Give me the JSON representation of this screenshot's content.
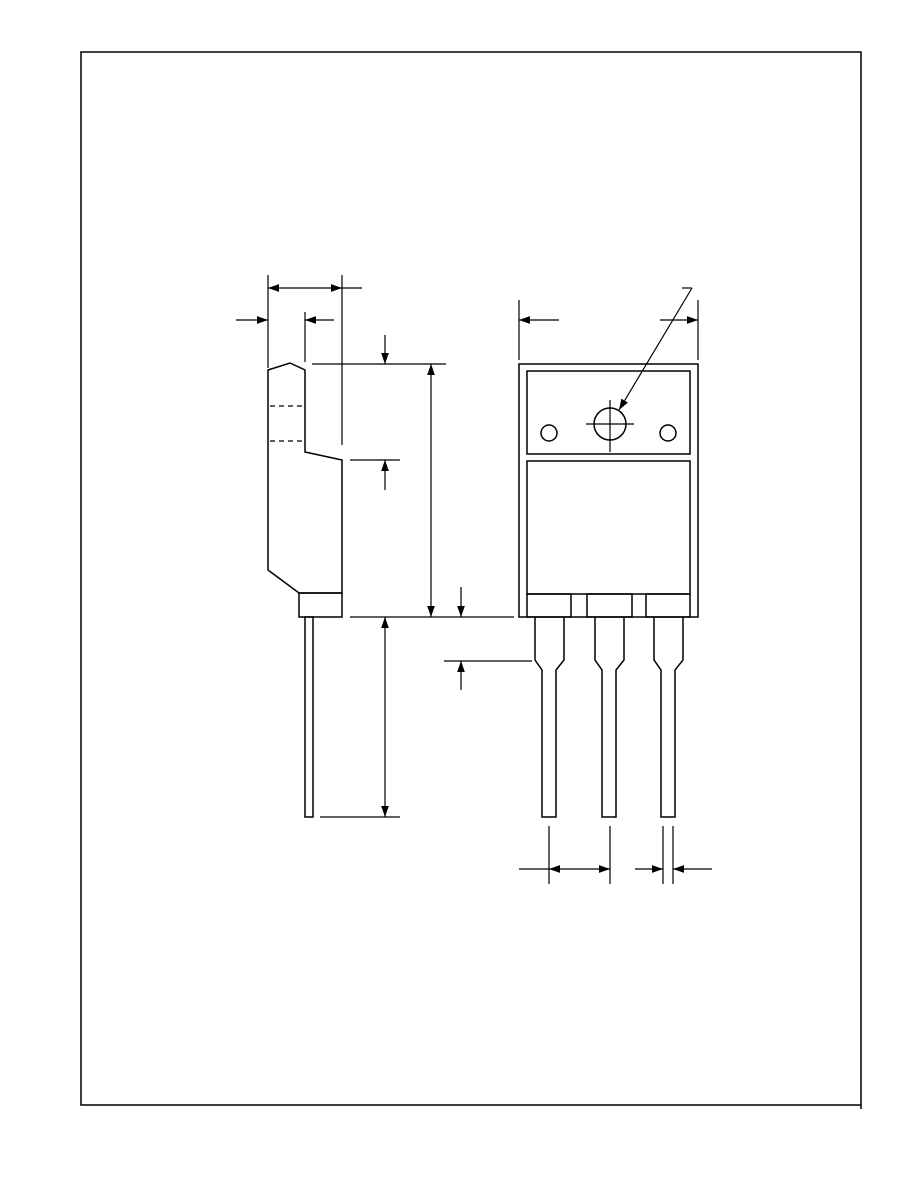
{
  "figure": {
    "type": "package-outline-drawing",
    "views": [
      "side-view",
      "front-view"
    ],
    "lead_count": 3,
    "text_labels": []
  }
}
